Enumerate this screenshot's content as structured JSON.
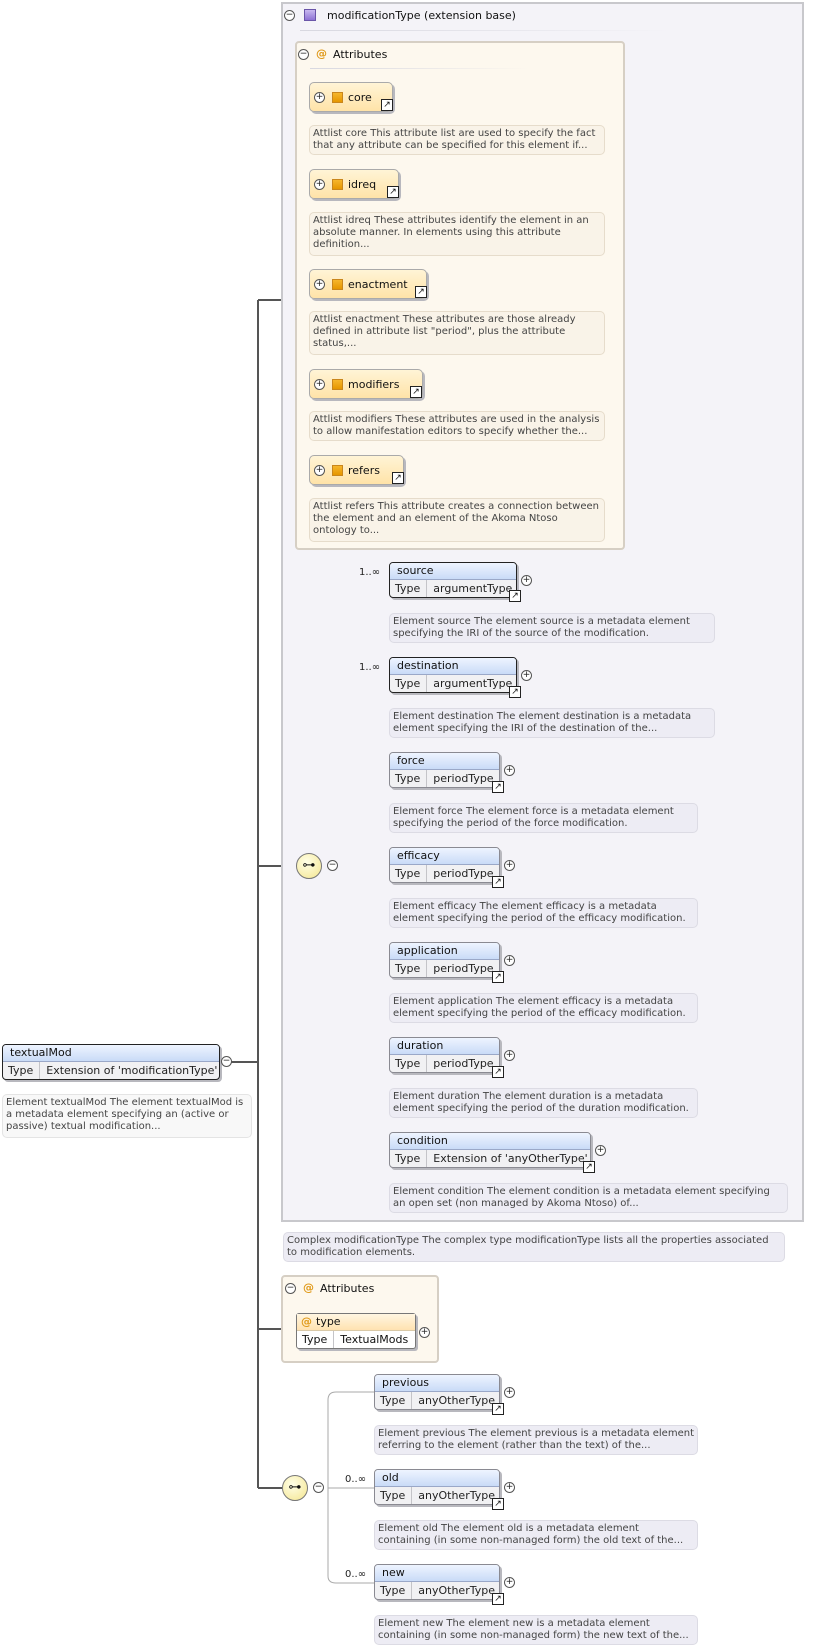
{
  "root": {
    "name": "textualMod",
    "type_key": "Type",
    "type_value": "Extension of 'modificationType'",
    "doc": "Element textualMod The element textualMod is a metadata element specifying an (active or passive) textual modification..."
  },
  "modification_type": {
    "header": "modificationType (extension base)",
    "attributes_header": "Attributes",
    "attribute_groups": [
      {
        "name": "core",
        "doc": "Attlist core This attribute list are used to specify the fact that any attribute can be specified for this element if..."
      },
      {
        "name": "idreq",
        "doc": "Attlist idreq These attributes identify the element in an absolute manner. In elements using this attribute definition..."
      },
      {
        "name": "enactment",
        "doc": "Attlist enactment These attributes are those already defined in attribute list \"period\", plus the attribute status,..."
      },
      {
        "name": "modifiers",
        "doc": "Attlist modifiers These attributes are used in the analysis to allow manifestation editors to specify whether the..."
      },
      {
        "name": "refers",
        "doc": "Attlist refers This attribute creates a connection between the element and an element of the Akoma Ntoso ontology to..."
      }
    ],
    "elements": [
      {
        "name": "source",
        "type_key": "Type",
        "type_value": "argumentType",
        "cardinality": "1..∞",
        "doc": "Element source The element source is a metadata element specifying the IRI of the source of the modification."
      },
      {
        "name": "destination",
        "type_key": "Type",
        "type_value": "argumentType",
        "cardinality": "1..∞",
        "doc": "Element destination The element destination is a metadata element specifying the IRI of the destination of the..."
      },
      {
        "name": "force",
        "type_key": "Type",
        "type_value": "periodType",
        "cardinality": "",
        "doc": "Element force The element force is a metadata element specifying the period of the force modification."
      },
      {
        "name": "efficacy",
        "type_key": "Type",
        "type_value": "periodType",
        "cardinality": "",
        "doc": "Element efficacy The element efficacy is a metadata element specifying the period of the efficacy modification."
      },
      {
        "name": "application",
        "type_key": "Type",
        "type_value": "periodType",
        "cardinality": "",
        "doc": "Element application The element efficacy is a metadata element specifying the period of the efficacy modification."
      },
      {
        "name": "duration",
        "type_key": "Type",
        "type_value": "periodType",
        "cardinality": "",
        "doc": "Element duration The element duration is a metadata element specifying the period of the duration modification."
      },
      {
        "name": "condition",
        "type_key": "Type",
        "type_value": "Extension of 'anyOtherType'",
        "cardinality": "",
        "doc": "Element condition The element condition is a metadata element specifying an open set (non managed by Akoma Ntoso) of..."
      }
    ],
    "doc": "Complex modificationType The complex type modificationType lists all the properties associated to modification elements."
  },
  "own_attributes": {
    "header": "Attributes",
    "items": [
      {
        "name": "type",
        "type_key": "Type",
        "type_value": "TextualMods"
      }
    ]
  },
  "own_elements": [
    {
      "name": "previous",
      "type_key": "Type",
      "type_value": "anyOtherType",
      "cardinality": "",
      "doc": "Element previous The element previous is a metadata element referring to the element (rather than the text) of the..."
    },
    {
      "name": "old",
      "type_key": "Type",
      "type_value": "anyOtherType",
      "cardinality": "0..∞",
      "doc": "Element old The element old is a metadata element containing (in some non-managed form) the old text of the..."
    },
    {
      "name": "new",
      "type_key": "Type",
      "type_value": "anyOtherType",
      "cardinality": "0..∞",
      "doc": "Element new The element new is a metadata element containing (in some non-managed form) the new text of the..."
    }
  ],
  "glyphs": {
    "collapse": "−",
    "expand": "+",
    "ref": "↗",
    "sequence": "⊶"
  }
}
